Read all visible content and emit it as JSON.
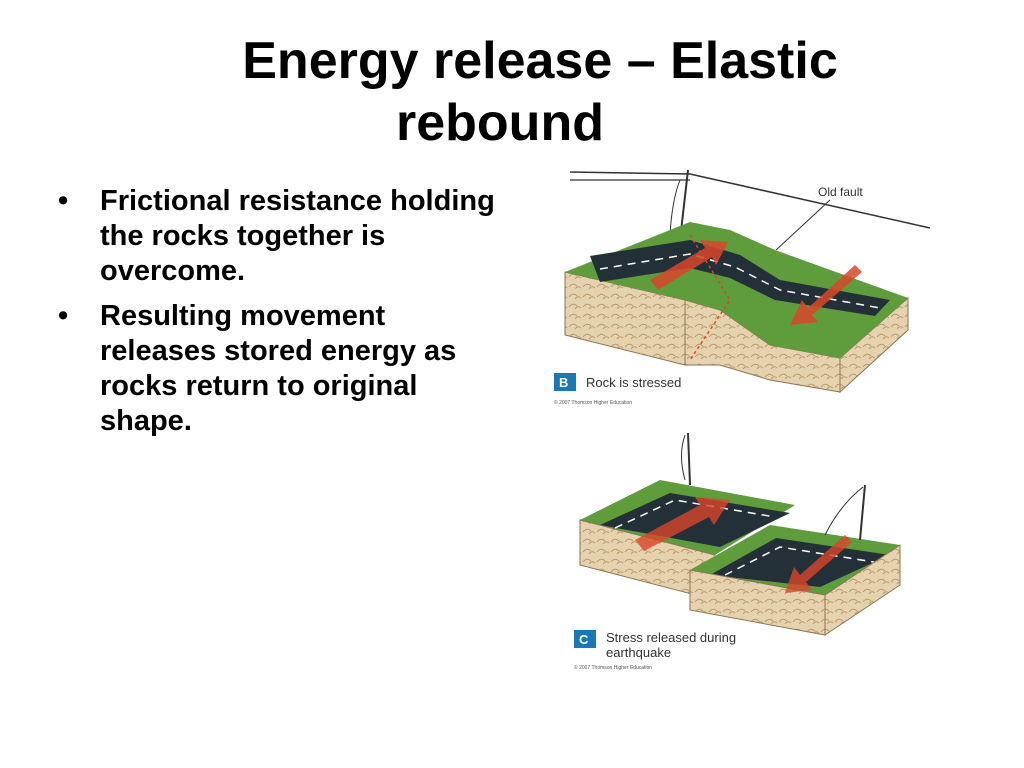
{
  "slide": {
    "title_line1": "Energy release – Elastic",
    "title_line2": "rebound",
    "bullets": [
      "Frictional resistance holding the rocks together is overcome.",
      "Resulting movement releases stored energy as rocks return to original shape."
    ]
  },
  "figure_b": {
    "letter": "B",
    "caption": "Rock is stressed",
    "callout": "Old fault",
    "copyright": "© 2007 Thomson Higher Education"
  },
  "figure_c": {
    "letter": "C",
    "caption_line1": "Stress released during",
    "caption_line2": "earthquake",
    "copyright": "© 2007 Thomson Higher Education"
  },
  "colors": {
    "grass": "#5f9c3c",
    "road": "#243038",
    "soil": "#e6d2ae",
    "arrow": "#d8462a",
    "badge": "#1a78b4"
  }
}
